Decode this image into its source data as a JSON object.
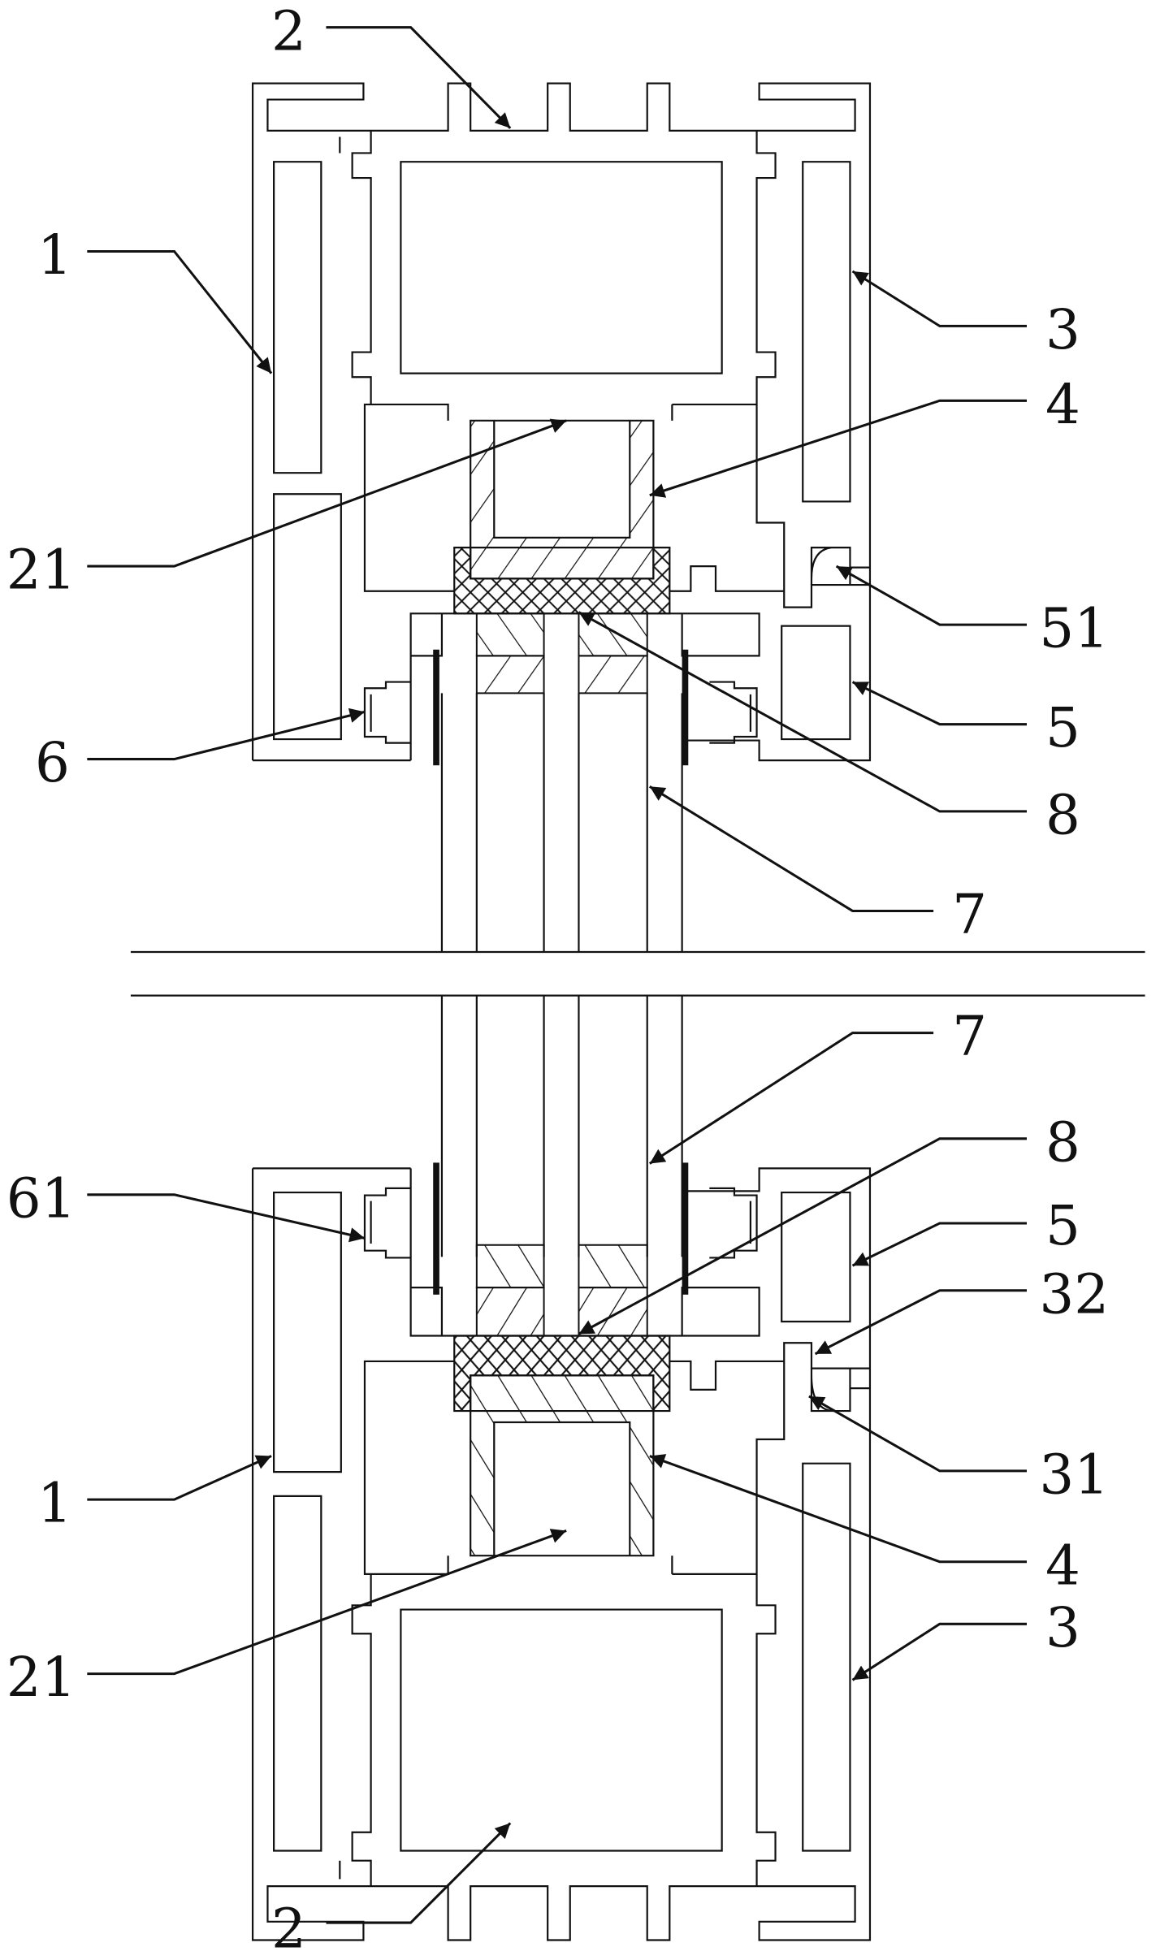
{
  "figure": {
    "labels_upper": [
      "2",
      "1",
      "3",
      "4",
      "21",
      "51",
      "5",
      "6",
      "8",
      "7"
    ],
    "labels_lower": [
      "7",
      "8",
      "61",
      "5",
      "32",
      "31",
      "1",
      "4",
      "3",
      "21",
      "2"
    ]
  },
  "colors": {
    "line": "#111111",
    "background": "#ffffff"
  }
}
